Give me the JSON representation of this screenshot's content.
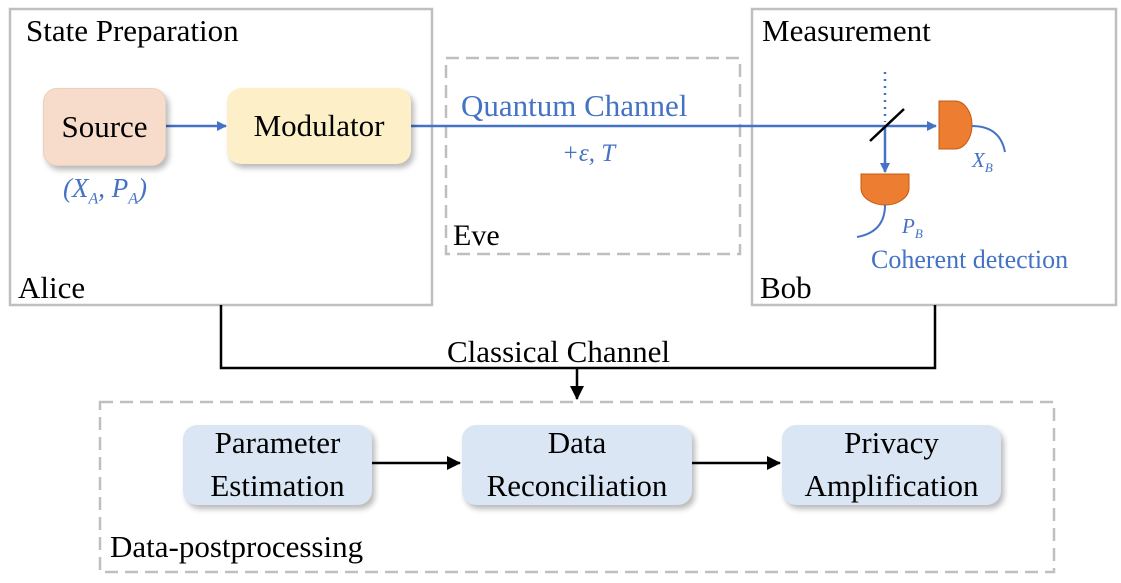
{
  "alice": {
    "section_title": "State Preparation",
    "party": "Alice",
    "source_label": "Source",
    "modulator_label": "Modulator",
    "quadrature_label": "(Xₐ, Pₐ)"
  },
  "eve": {
    "party": "Eve",
    "channel_label": "Quantum Channel",
    "channel_params": "+ε, T"
  },
  "bob": {
    "section_title": "Measurement",
    "party": "Bob",
    "xb_label": "X",
    "xb_sub": "B",
    "pb_label": "P",
    "pb_sub": "B",
    "detection_label": "Coherent detection"
  },
  "classical": {
    "channel_label": "Classical Channel"
  },
  "postprocessing": {
    "title": "Data-postprocessing",
    "steps": [
      {
        "line1": "Parameter",
        "line2": "Estimation"
      },
      {
        "line1": "Data",
        "line2": "Reconciliation"
      },
      {
        "line1": "Privacy",
        "line2": "Amplification"
      }
    ]
  },
  "colors": {
    "quantum_blue": "#4472c4",
    "detector_orange": "#ed7d31",
    "box_gray": "#bfbfbf"
  },
  "icons": [
    "beam-splitter-icon",
    "detector-icon"
  ]
}
